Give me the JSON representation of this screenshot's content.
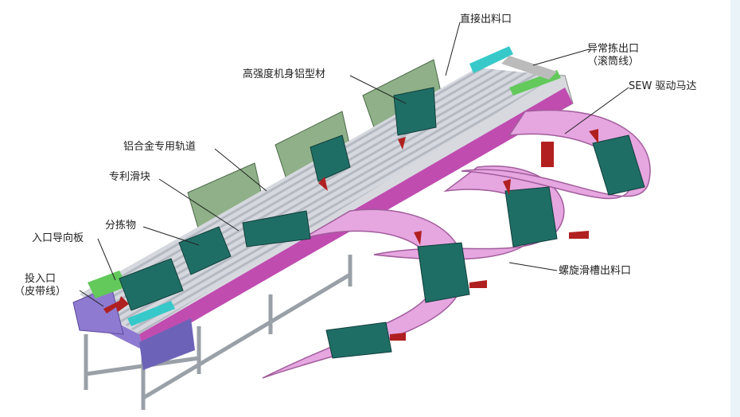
{
  "labels": {
    "direct_outlet": "直接出料口",
    "abnormal_outlet": "异常拣出口",
    "abnormal_outlet_sub": "（滚筒线）",
    "aluminum_frame": "高强度机身铝型材",
    "sew_motor": "SEW 驱动马达",
    "aluminum_track": "铝合金专用轨道",
    "patent_slider": "专利滑块",
    "sorted_items": "分拣物",
    "entry_guide": "入口导向板",
    "infeed": "投入口",
    "infeed_sub": "（皮带线）",
    "spiral_outlet": "螺旋滑槽出料口"
  },
  "colors": {
    "pink": "#e6a6e0",
    "magenta": "#c04cb0",
    "teal": "#1f6e66",
    "bin": "#7a9c74",
    "cyan": "#37c9c9",
    "green": "#62c95a",
    "purple": "#8e7ad0",
    "arrow": "#b02020",
    "roller": "#c9ccd3"
  }
}
